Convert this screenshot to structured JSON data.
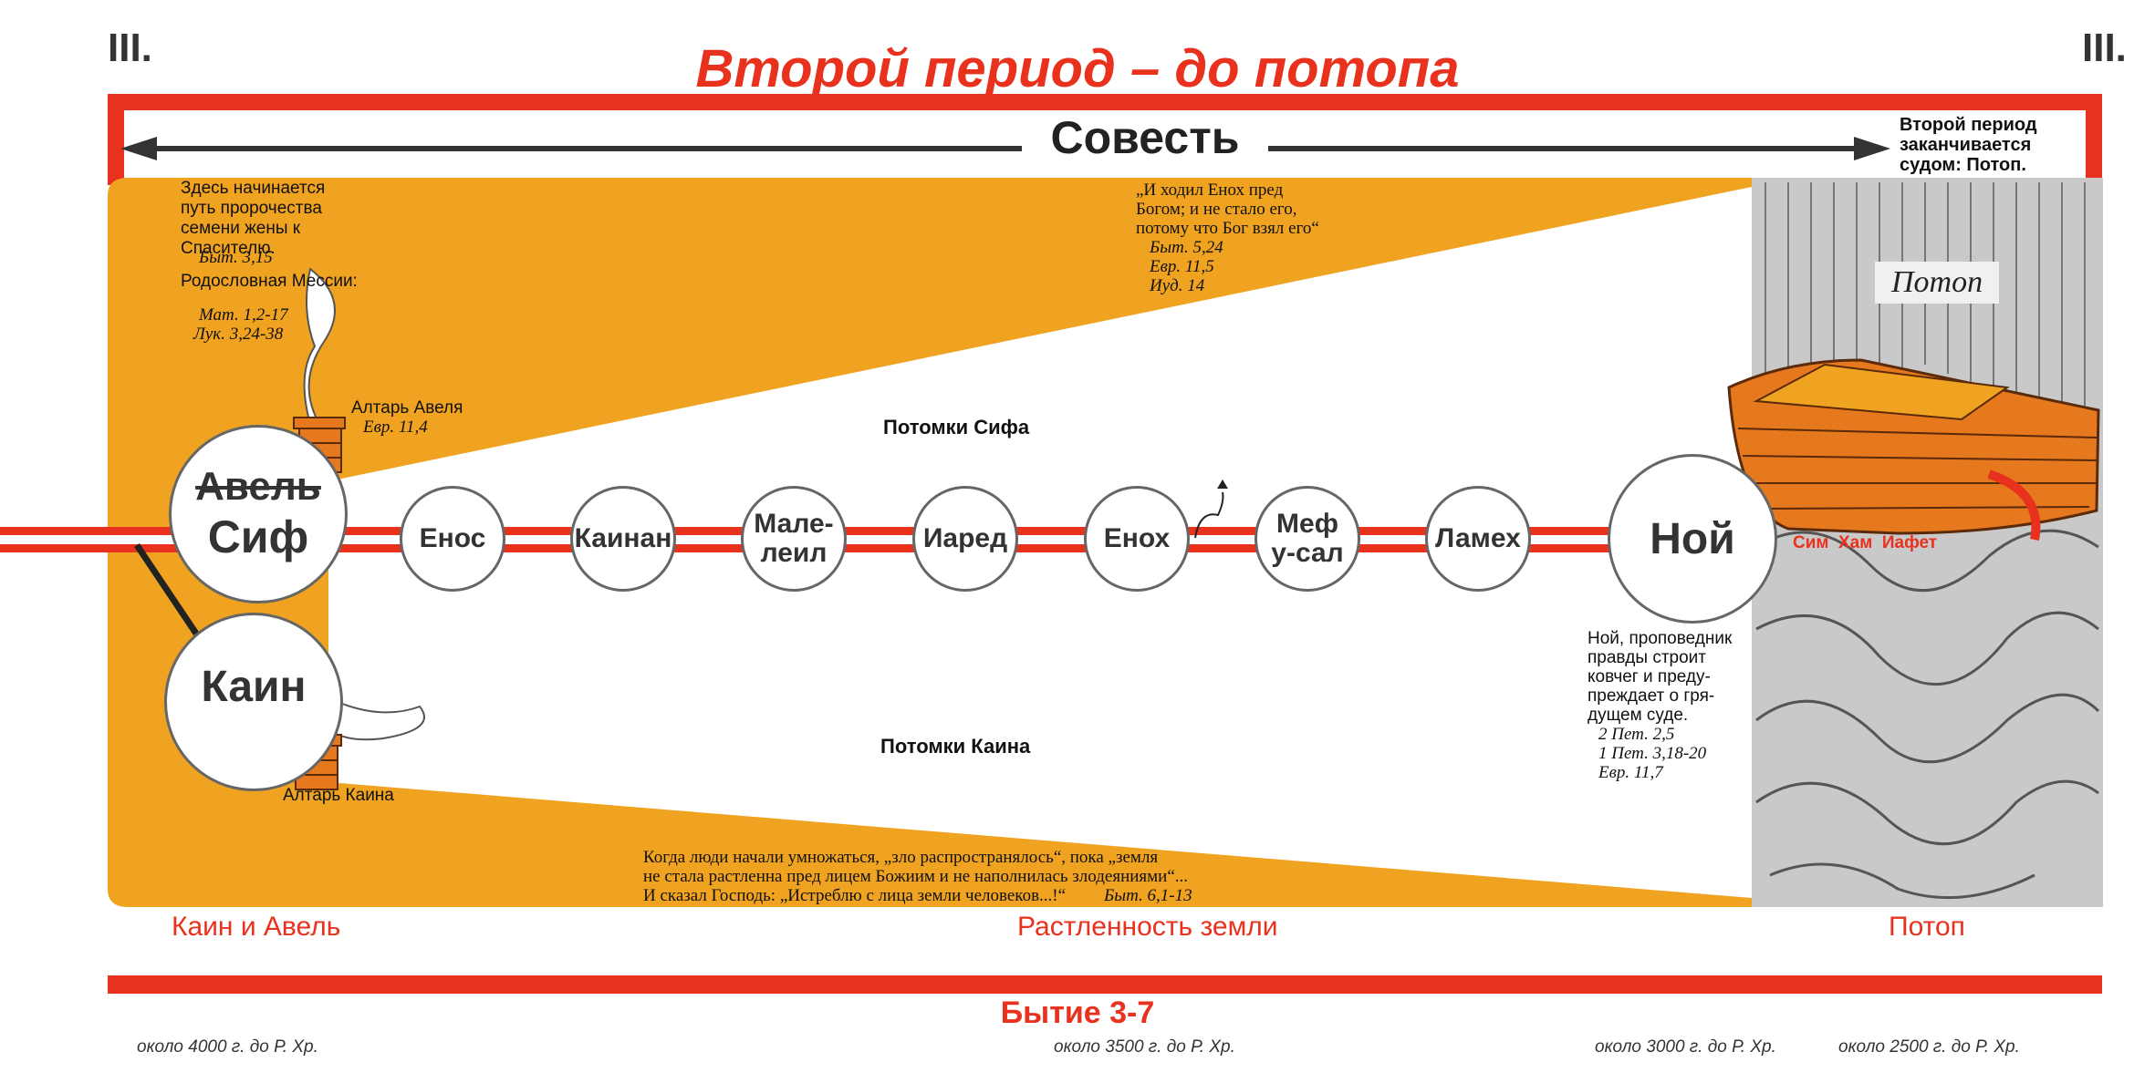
{
  "header": {
    "roman_left": "III.",
    "roman_right": "III.",
    "title": "Второй период – до потопа"
  },
  "conscience": "Совесть",
  "period_end_note": "Второй период заканчивается судом: Потоп.",
  "seth_line": {
    "intro_note": "Здесь начинается путь пророчества семени жены к Спасителю.",
    "intro_ref": "Быт. 3,15",
    "genealogy_note": "Родословная Мессии:",
    "genealogy_ref_1": "Мат. 1,2-17",
    "genealogy_ref_2": "Лук. 3,24-38",
    "altar_label": "Алтарь Авеля",
    "altar_ref": "Евр. 11,4",
    "descendants_label": "Потомки Сифа"
  },
  "enoch_quote": {
    "text_1": "„И ходил Енох пред",
    "text_2": "Богом; и не стало его,",
    "text_3": "потому что Бог взял его“",
    "ref_1": "Быт. 5,24",
    "ref_2": "Евр. 11,5",
    "ref_3": "Иуд. 14"
  },
  "abel_seth_circle": {
    "struck_name": "Авель",
    "name": "Сиф"
  },
  "generations": [
    "Енос",
    "Каинан",
    "Мале-леил",
    "Иаред",
    "Енох",
    "Мефу-сал",
    "Ламех"
  ],
  "noah": {
    "name": "Ной",
    "sons": "Сим  Хам  Иафет",
    "note_1": "Ной, проповедник",
    "note_2": "правды строит",
    "note_3": "ковчег и преду-",
    "note_4": "преждает о гря-",
    "note_5": "дущем суде.",
    "ref_1": "2 Пет. 2,5",
    "ref_2": "1 Пет. 3,18-20",
    "ref_3": "Евр. 11,7"
  },
  "flood_label": "Потоп",
  "cain_line": {
    "name": "Каин",
    "altar_label": "Алтарь Каина",
    "descendants_label": "Потомки Каина",
    "quote_1": "Когда люди начали умножаться, „зло распространялось“, пока „земля",
    "quote_2": "не стала растленна пред лицем Божиим и не наполнилась злодеяниями“...",
    "quote_3": "И сказал Господь: „Истреблю с лица земли человеков...!“",
    "quote_ref": "Быт. 6,1-13"
  },
  "section_labels": {
    "left": "Каин и Авель",
    "center": "Растленность земли",
    "right": "Потоп"
  },
  "footer": {
    "book": "Бытие 3-7",
    "date_1": "около 4000 г. до Р. Хр.",
    "date_2": "около 3500 г. до Р. Хр.",
    "date_3": "около 3000 г. до Р. Хр.",
    "date_4": "около 2500 г. до Р. Хр."
  },
  "colors": {
    "red": "#e8321e",
    "orange": "#f0a321",
    "flood_gray": "#c9c9c9"
  }
}
